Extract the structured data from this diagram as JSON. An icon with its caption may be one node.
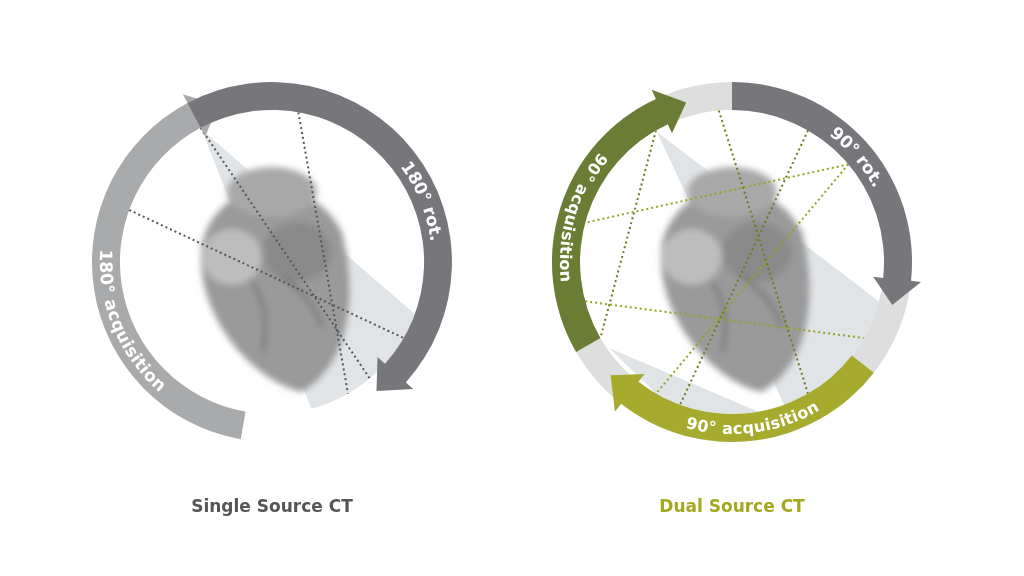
{
  "diagram": {
    "labels": [
      "180° rot.",
      "180° acquisition",
      "Single Source CT",
      "90° rot.",
      "90° acquisition",
      "90° acquisition",
      "Dual Source CT"
    ]
  }
}
